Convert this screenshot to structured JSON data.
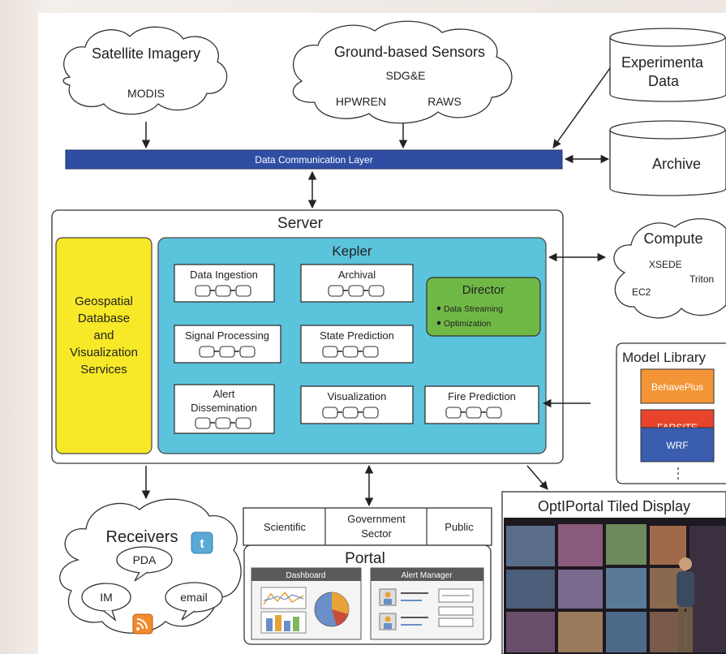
{
  "sources": {
    "satellite": {
      "title": "Satellite Imagery",
      "items": [
        "MODIS"
      ]
    },
    "ground": {
      "title": "Ground-based Sensors",
      "items": [
        "SDG&E",
        "HPWREN",
        "RAWS"
      ]
    },
    "experimental": {
      "line1": "Experimenta",
      "line2": "Data"
    },
    "archive": "Archive"
  },
  "comm_layer": "Data Communication Layer",
  "server": {
    "title": "Server",
    "geospatial": [
      "Geospatial",
      "Database",
      "and",
      "Visualization",
      "Services"
    ],
    "kepler": {
      "title": "Kepler",
      "actors": {
        "data_ingestion": [
          "Data Ingestion"
        ],
        "archival": [
          "Archival"
        ],
        "signal_processing": [
          "Signal Processing"
        ],
        "state_prediction": [
          "State Prediction"
        ],
        "alert_dissemination": [
          "Alert",
          "Dissemination"
        ],
        "visualization": [
          "Visualization"
        ],
        "fire_prediction": [
          "Fire Prediction"
        ]
      },
      "director": {
        "title": "Director",
        "items": [
          "Data Streaming",
          "Optimization"
        ]
      }
    }
  },
  "compute": {
    "title": "Compute",
    "items": [
      "XSEDE",
      "Triton",
      "EC2"
    ]
  },
  "model_library": {
    "title": "Model Library",
    "models": [
      "BehavePlus",
      "FARSITE",
      "WRF"
    ]
  },
  "receivers": {
    "title": "Receivers",
    "items": [
      "PDA",
      "IM",
      "email"
    ]
  },
  "portal": {
    "sectors": [
      "Scientific",
      "Government",
      "Sector",
      "Public"
    ],
    "title": "Portal",
    "panels": [
      "Dashboard",
      "Alert Manager"
    ]
  },
  "optiportal": {
    "title": "OptIPortal Tiled Display"
  },
  "colors": {
    "comm_layer": "#2f4ea3",
    "geospatial": "#f7e927",
    "kepler": "#5cc3dc",
    "director": "#6fb846",
    "behaveplus": "#f39536",
    "farsite": "#e9442b",
    "wrf": "#3a5db0"
  }
}
